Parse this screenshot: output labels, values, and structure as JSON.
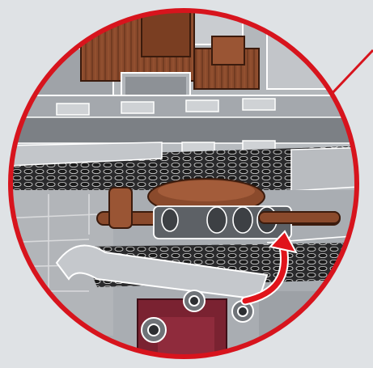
{
  "scene": {
    "subject": "lego-build-step-callout",
    "icons": [
      "magnifier-callout-circle",
      "rotate-arrow-icon",
      "pointer-line"
    ]
  },
  "colors": {
    "background": "#dfe2e5",
    "callout_ring": "#d7141d",
    "rotate_arrow": "#e0141b",
    "reddish_brown": "#8a4a2c",
    "dark_red": "#7a2231",
    "light_bluish_gray": "#a9adb2",
    "dark_bluish_gray": "#5d6166",
    "black": "#1c1c1e"
  }
}
